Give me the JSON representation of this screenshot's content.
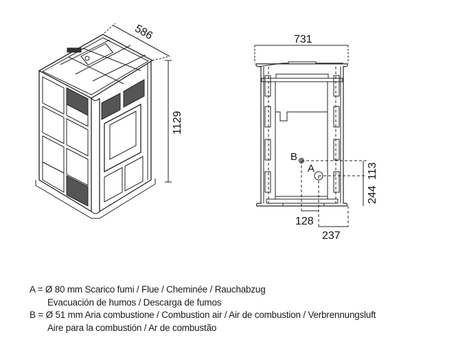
{
  "iso_view": {
    "depth_dim": "586",
    "height_dim": "1129"
  },
  "front_view": {
    "width_dim": "731",
    "label_a": "A",
    "label_b": "B",
    "dim_b_height": "113",
    "dim_a_height": "244",
    "dim_b_offset": "128",
    "dim_a_offset": "237"
  },
  "legend": [
    {
      "line1": "A = Ø 80 mm  Scarico fumi / Flue / Cheminée / Rauchabzug",
      "line2": "Evacuación de humos / Descarga de fumos"
    },
    {
      "line1": "B = Ø 51 mm  Aria combustione / Combustion air / Air de combustion / Verbrennungsluft",
      "line2": "Aire para la combustión / Ar de combustão"
    }
  ]
}
